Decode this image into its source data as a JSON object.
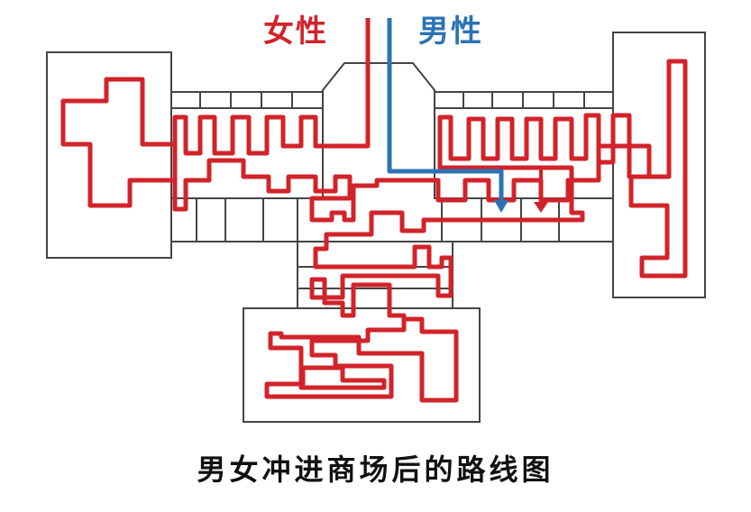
{
  "legend": {
    "female": "女性",
    "male": "男性"
  },
  "caption": "男女冲进商场后的路线图",
  "colors": {
    "female_path": "#d2232a",
    "male_path": "#2b73b5",
    "walls": "#444444"
  }
}
